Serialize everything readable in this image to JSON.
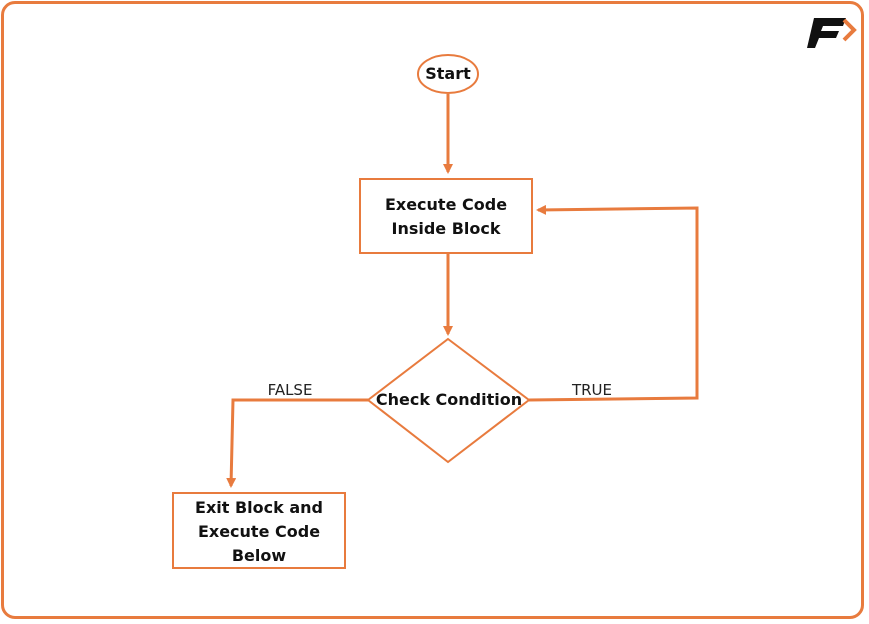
{
  "colors": {
    "accent": "#e87b3e",
    "text": "#111111"
  },
  "logo": {
    "icon": "brand-f-logo-icon"
  },
  "nodes": {
    "start": {
      "label": "Start"
    },
    "execute": {
      "line1": "Execute Code",
      "line2": "Inside Block"
    },
    "check": {
      "label": "Check Condition"
    },
    "exit": {
      "line1": "Exit Block and",
      "line2": "Execute Code",
      "line3": "Below"
    }
  },
  "edges": {
    "false_label": "FALSE",
    "true_label": "TRUE"
  }
}
